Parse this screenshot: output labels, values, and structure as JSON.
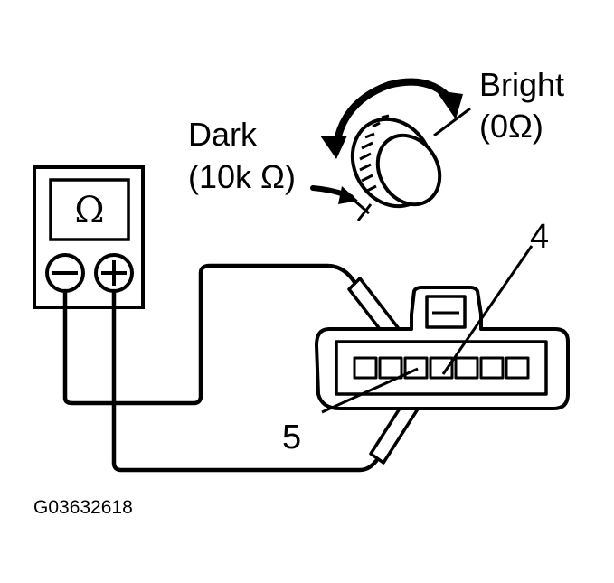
{
  "labels": {
    "dark": "Dark",
    "dark_value": "(10k Ω)",
    "bright": "Bright",
    "bright_value": "(0Ω)",
    "terminal_4": "4",
    "terminal_5": "5",
    "figure_code": "G03632618"
  },
  "meter": {
    "symbol": "Ω",
    "negative_icon": "minus-terminal-icon",
    "positive_icon": "plus-terminal-icon"
  },
  "colors": {
    "ink": "#000000",
    "paper": "#ffffff"
  }
}
